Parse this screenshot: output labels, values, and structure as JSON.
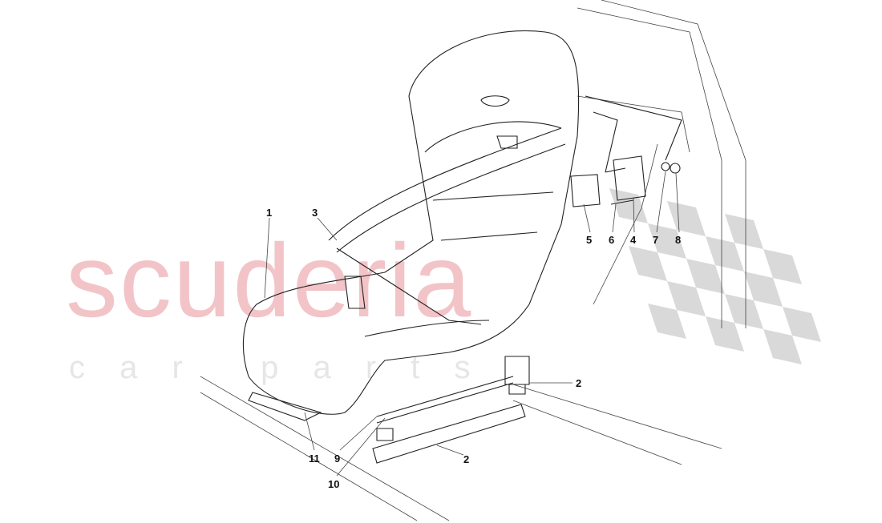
{
  "watermark": {
    "brand": "scuderia",
    "tagline": "c a r   p a r t s",
    "brand_color": "#f2c4c8",
    "tagline_color": "#e6e6e6",
    "checker_color": "#d9d9d9"
  },
  "callouts": [
    {
      "id": "1",
      "label": "1"
    },
    {
      "id": "3",
      "label": "3"
    },
    {
      "id": "5",
      "label": "5"
    },
    {
      "id": "6",
      "label": "6"
    },
    {
      "id": "4",
      "label": "4"
    },
    {
      "id": "7",
      "label": "7"
    },
    {
      "id": "8",
      "label": "8"
    },
    {
      "id": "2a",
      "label": "2"
    },
    {
      "id": "2b",
      "label": "2"
    },
    {
      "id": "9",
      "label": "9"
    },
    {
      "id": "10",
      "label": "10"
    },
    {
      "id": "11",
      "label": "11"
    }
  ]
}
